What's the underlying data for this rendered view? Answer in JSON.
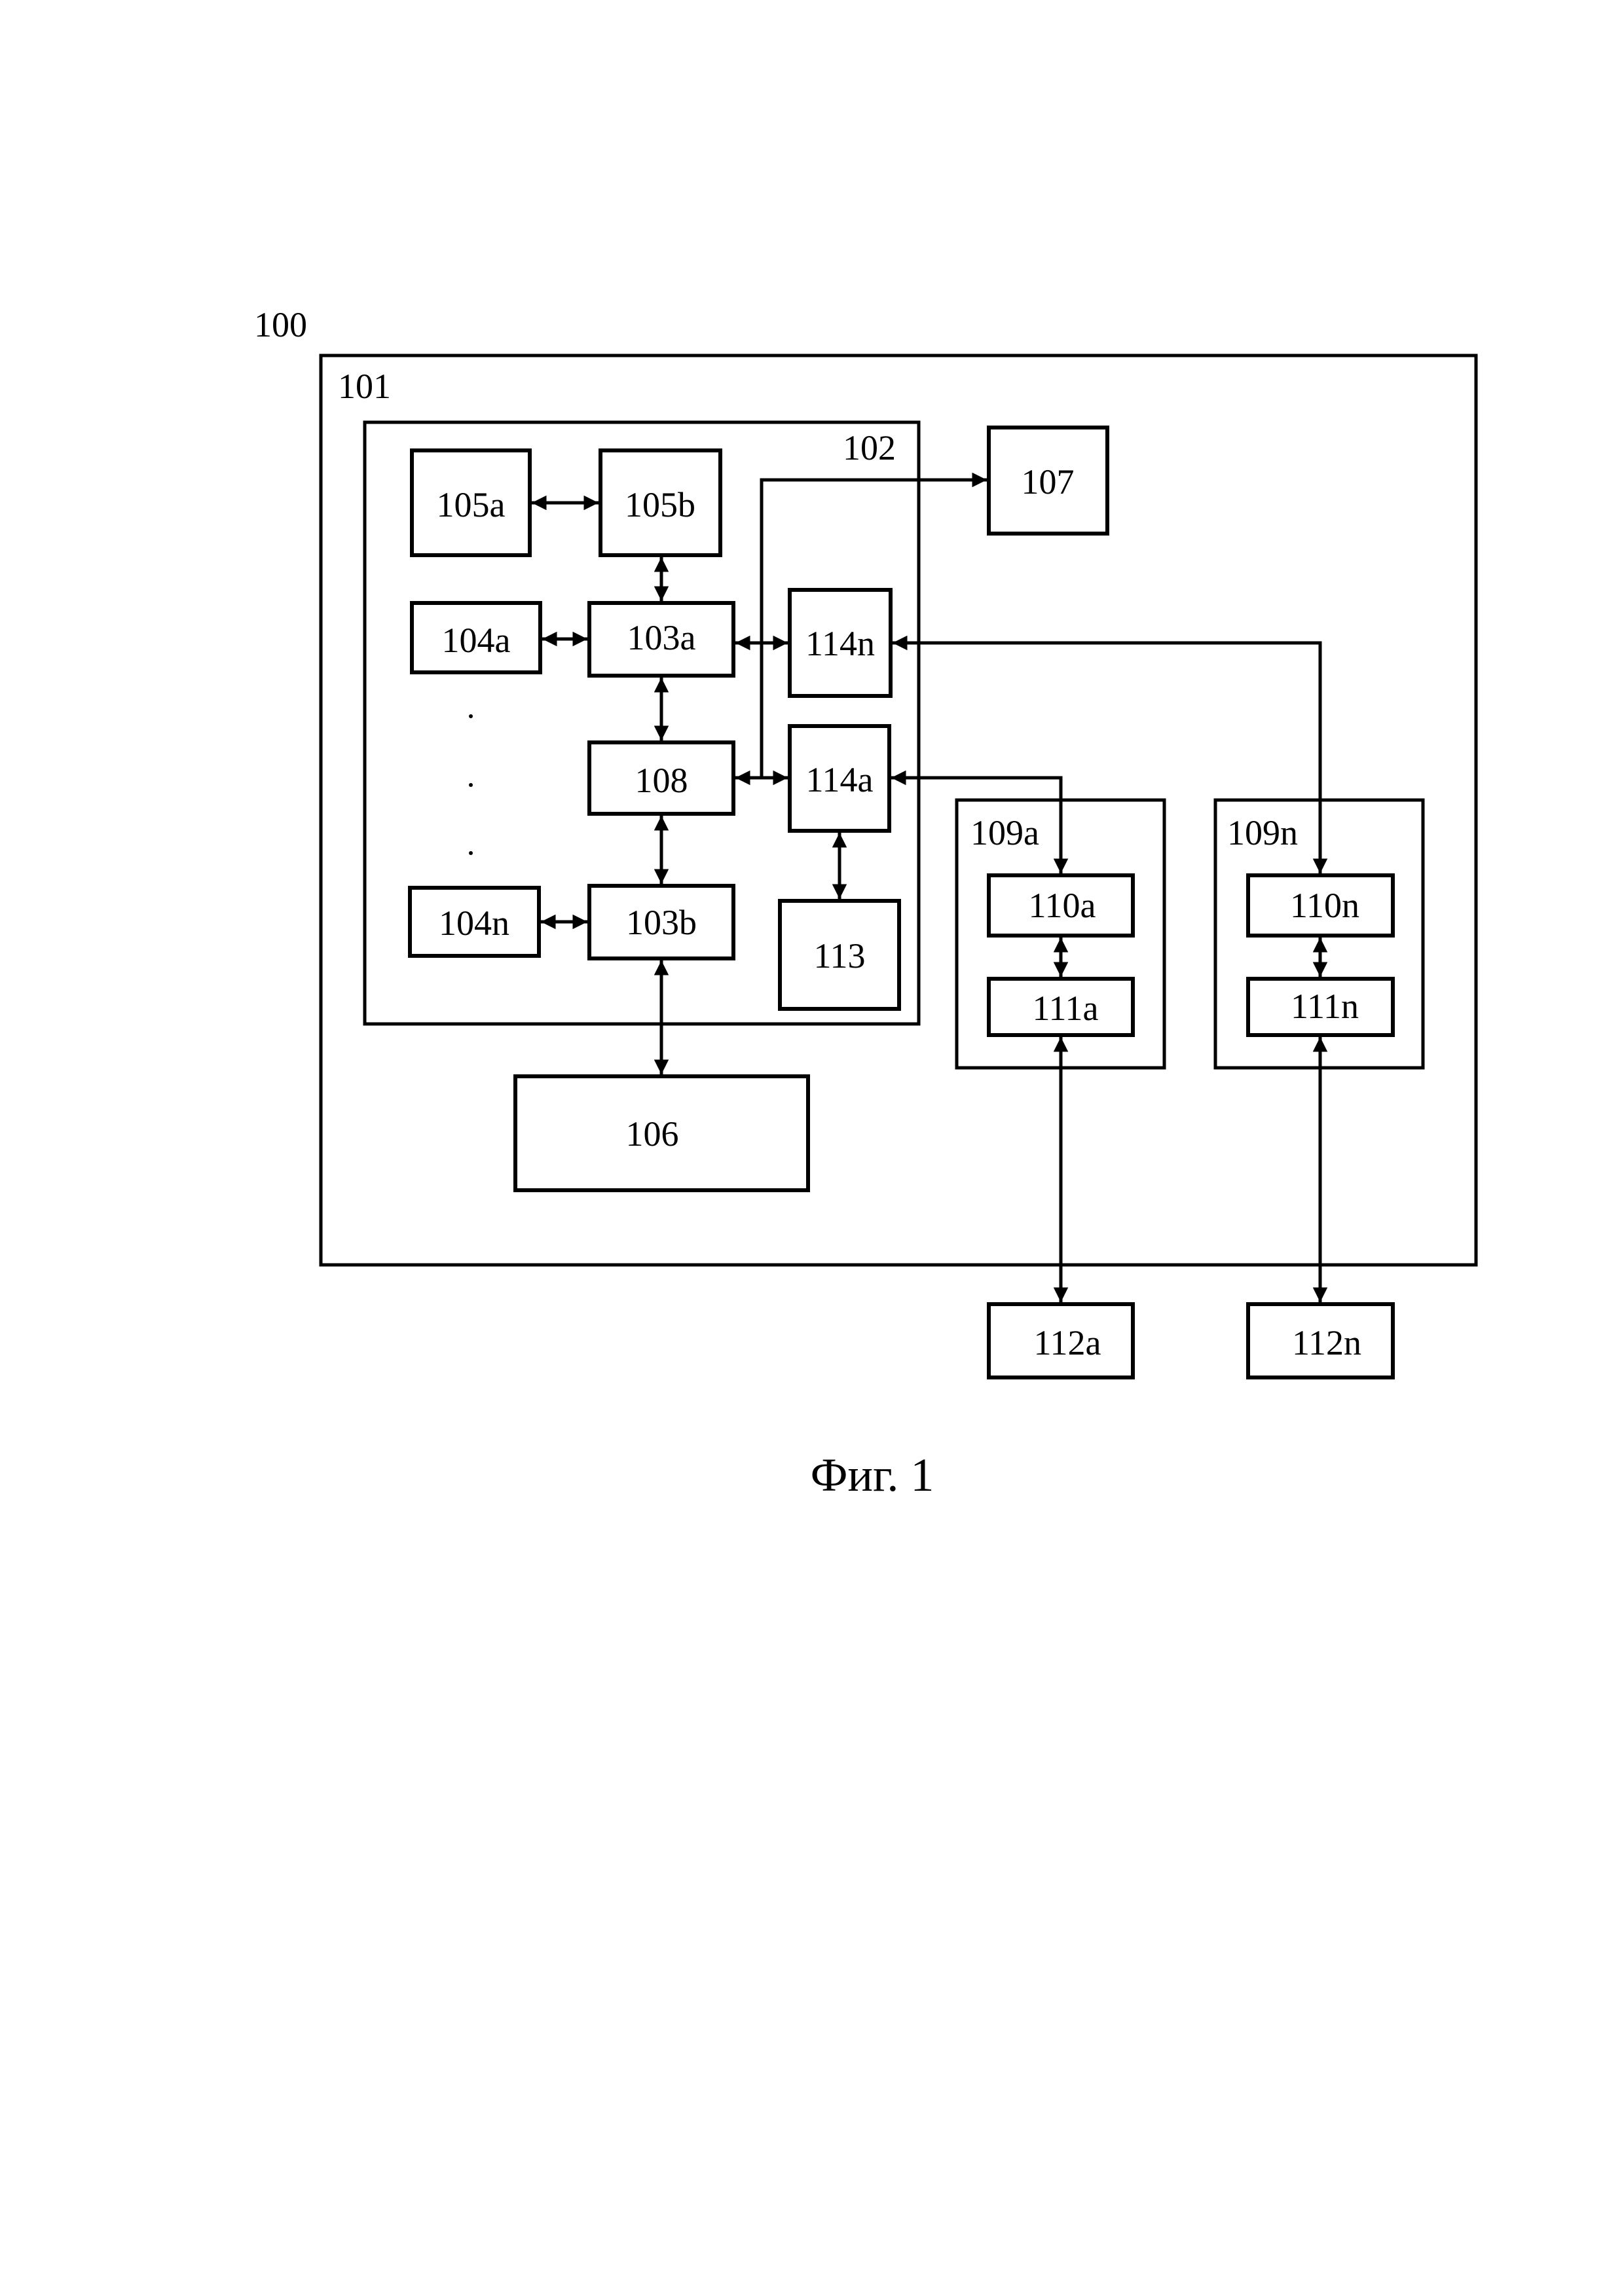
{
  "labels": {
    "l100": "100",
    "l101": "101",
    "l102": "102",
    "b105a": "105a",
    "b105b": "105b",
    "b104a": "104a",
    "b103a": "103a",
    "b114n": "114n",
    "b107": "107",
    "b108": "108",
    "b114a": "114a",
    "b104n": "104n",
    "b103b": "103b",
    "b113": "113",
    "b106": "106",
    "l109a": "109a",
    "b110a": "110a",
    "b111a": "111a",
    "l109n": "109n",
    "b110n": "110n",
    "b111n": "111n",
    "b112a": "112a",
    "b112n": "112n"
  },
  "caption": "Фиг. 1"
}
